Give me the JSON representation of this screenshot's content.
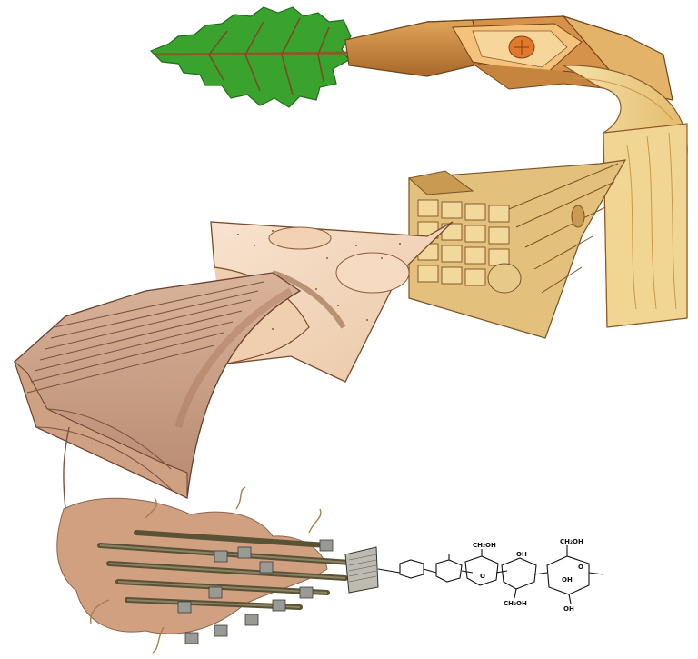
{
  "figure": {
    "molecule_labels": {
      "ch2oh": "CH₂OH",
      "oh": "OH",
      "o": "O"
    }
  },
  "colors": {
    "leaf": "#3aa32e",
    "leaf_dark": "#1f6e1a",
    "stem_bark": "#c8823a",
    "wood_light": "#f2d89a",
    "wood_mid": "#e2b766",
    "wood_dark": "#9a6a2c",
    "cell_wall": "#f4d7bc",
    "cell_wall_dark": "#8b5a3a",
    "fibril": "#7a6a44",
    "matrix": "#b87a5a"
  }
}
